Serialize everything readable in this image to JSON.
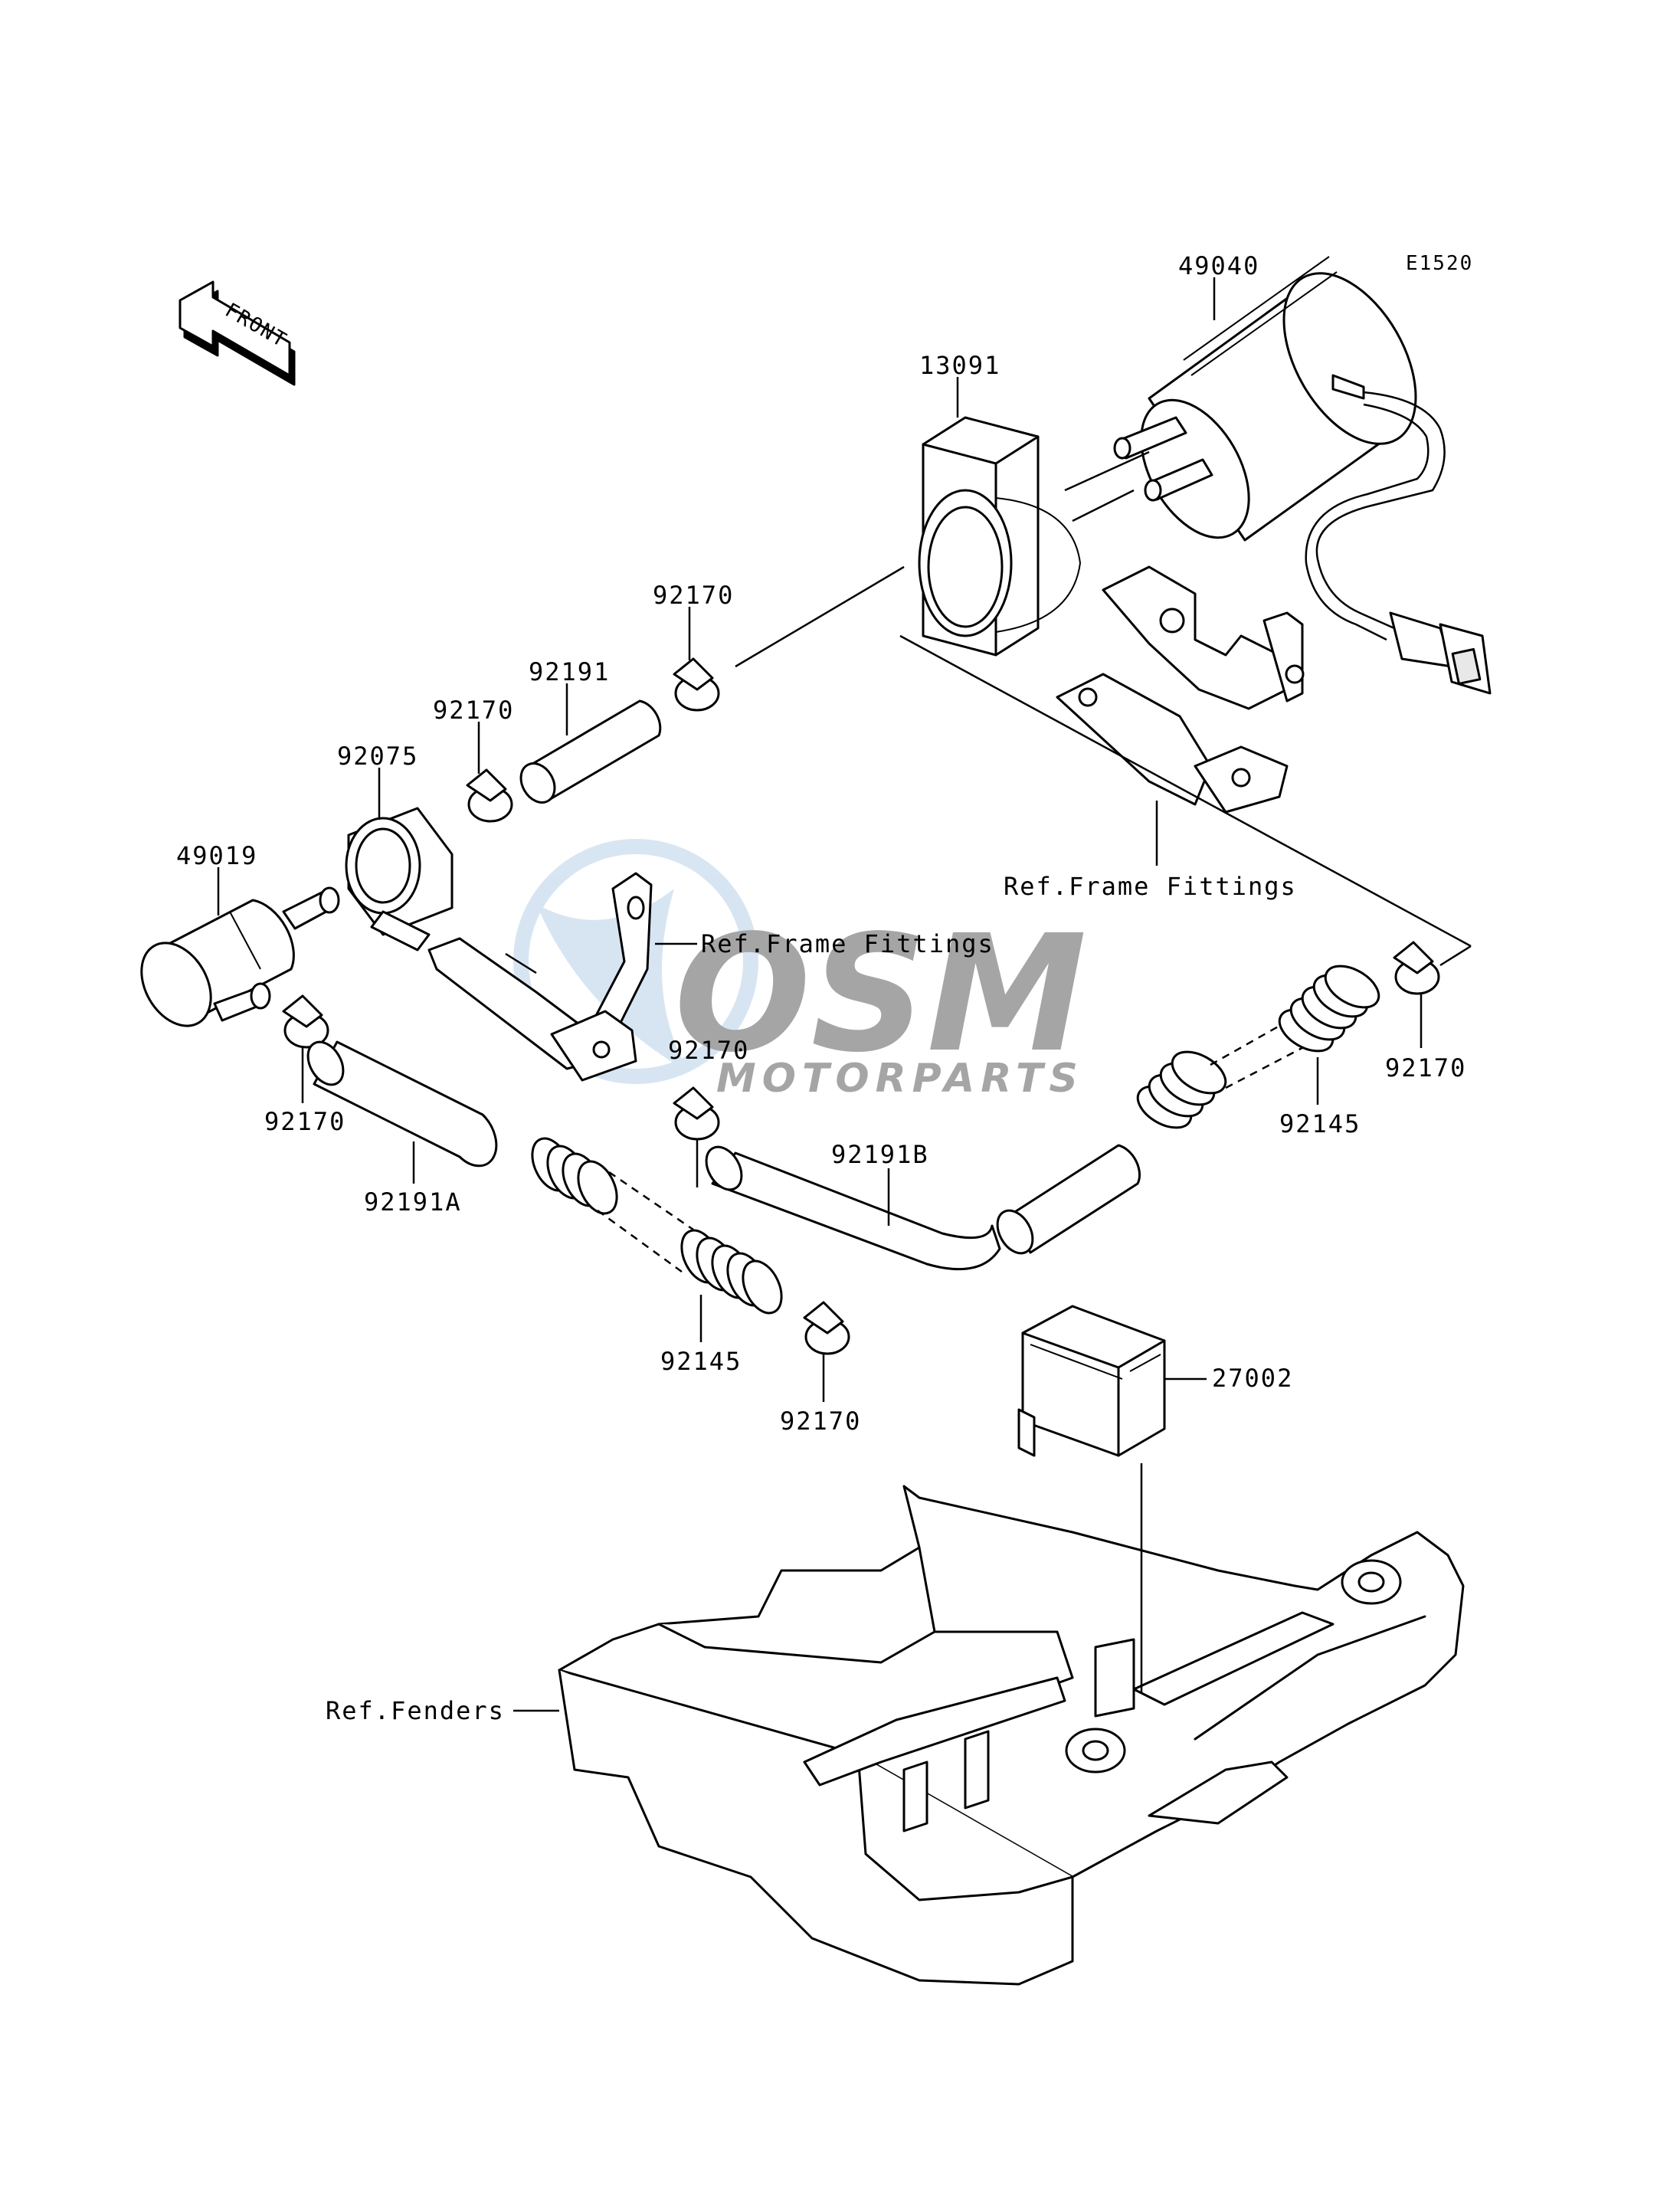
{
  "diagram": {
    "code": "E1520",
    "front_label": "FRONT",
    "watermark": {
      "logo": "OSM",
      "tagline": "MOTORPARTS"
    },
    "parts": [
      {
        "id": "p49040",
        "number": "49040"
      },
      {
        "id": "p13091",
        "number": "13091"
      },
      {
        "id": "p92170a",
        "number": "92170"
      },
      {
        "id": "p92191",
        "number": "92191"
      },
      {
        "id": "p92170b",
        "number": "92170"
      },
      {
        "id": "p92075",
        "number": "92075"
      },
      {
        "id": "p49019",
        "number": "49019"
      },
      {
        "id": "p92170c",
        "number": "92170"
      },
      {
        "id": "p92191A",
        "number": "92191A"
      },
      {
        "id": "p92170d",
        "number": "92170"
      },
      {
        "id": "p92191B",
        "number": "92191B"
      },
      {
        "id": "p92170e",
        "number": "92170"
      },
      {
        "id": "p92145a",
        "number": "92145"
      },
      {
        "id": "p92145b",
        "number": "92145"
      },
      {
        "id": "p92170f",
        "number": "92170"
      },
      {
        "id": "p27002",
        "number": "27002"
      }
    ],
    "references": {
      "frame_fittings_upper": "Ref.Frame Fittings",
      "frame_fittings_middle": "Ref.Frame Fittings",
      "fenders": "Ref.Fenders"
    }
  }
}
